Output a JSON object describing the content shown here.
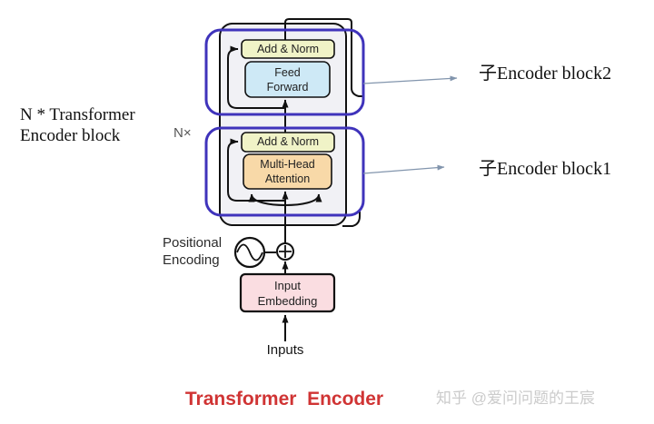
{
  "diagram": {
    "left_note": {
      "line1": "N * Transformer",
      "line2": "Encoder block"
    },
    "n_times": "N×",
    "blocks": {
      "add_norm_top": {
        "label": "Add & Norm"
      },
      "feed_forward": {
        "line1": "Feed",
        "line2": "Forward"
      },
      "add_norm_bottom": {
        "label": "Add & Norm"
      },
      "multi_head_attention": {
        "line1": "Multi-Head",
        "line2": "Attention"
      },
      "input_embedding": {
        "line1": "Input",
        "line2": "Embedding"
      }
    },
    "positional_encoding": {
      "line1": "Positional",
      "line2": "Encoding"
    },
    "inputs_label": "Inputs",
    "annotations": {
      "block2": {
        "label": "子Encoder block2"
      },
      "block1": {
        "label": "子Encoder block1"
      }
    }
  },
  "footer": {
    "title": "Transformer  Encoder",
    "watermark": "知乎 @爱问问题的王宸"
  },
  "colors": {
    "highlight_outline_purple": "#3f33bb",
    "encoder_body_fill": "#f1f1f5",
    "add_norm_fill": "#f0f3c7",
    "feed_forward_fill": "#cee9f6",
    "attention_fill": "#f8d9a8",
    "embedding_fill": "#fadde1",
    "title_red": "#d03434",
    "annotation_arrow_gray": "#8295ad",
    "watermark_gray": "#cbcbcb",
    "line_black": "#111111"
  }
}
